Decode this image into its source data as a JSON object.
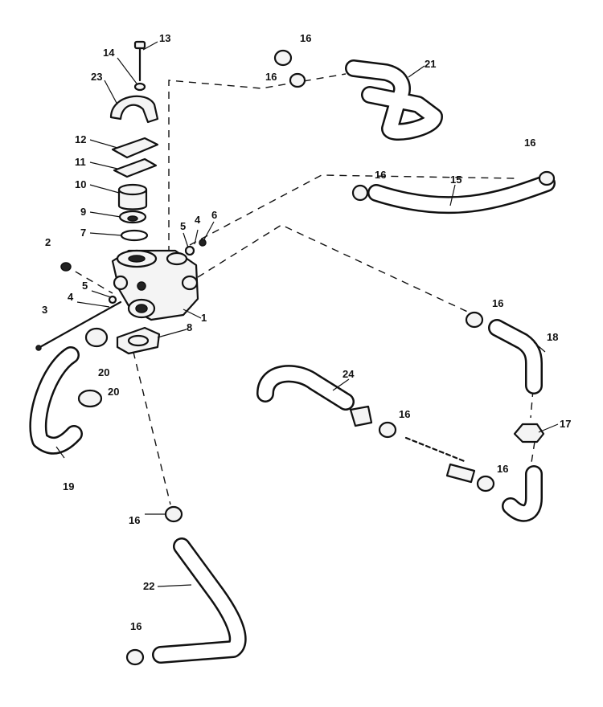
{
  "callouts": [
    "1",
    "2",
    "3",
    "4",
    "5",
    "6",
    "7",
    "8",
    "9",
    "10",
    "11",
    "12",
    "13",
    "14",
    "15",
    "16",
    "17",
    "18",
    "19",
    "20",
    "21",
    "22",
    "23",
    "24"
  ],
  "colors": {
    "ink": "#111111",
    "paper": "#ffffff"
  }
}
